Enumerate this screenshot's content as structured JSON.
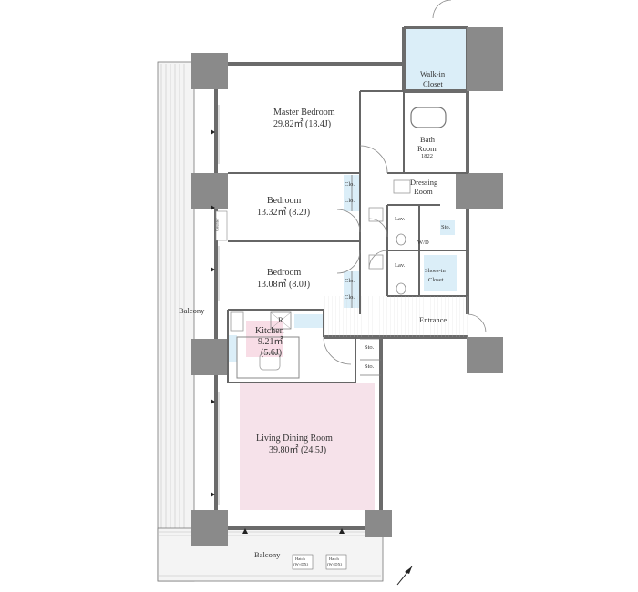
{
  "rooms": {
    "master_bedroom": {
      "name": "Master Bedroom",
      "area": "29.82㎡ (18.4J)"
    },
    "bedroom_1": {
      "name": "Bedroom",
      "area": "13.32㎡ (8.2J)"
    },
    "bedroom_2": {
      "name": "Bedroom",
      "area": "13.08㎡ (8.0J)"
    },
    "kitchen": {
      "name": "Kitchen",
      "area": "9.21㎡",
      "tatami": "(5.6J)"
    },
    "living": {
      "name": "Living Dining Room",
      "area": "39.80㎡ (24.5J)"
    },
    "walk_in_closet": {
      "line1": "Walk-in",
      "line2": "Closet"
    },
    "bath_room": {
      "line1": "Bath",
      "line2": "Room",
      "line3": "1822"
    },
    "dressing_room": {
      "line1": "Dressing",
      "line2": "Room"
    },
    "shoes_in_closet": {
      "line1": "Shoes-in",
      "line2": "Closet"
    },
    "entrance": "Entrance"
  },
  "labels": {
    "balcony_side": "Balcony",
    "balcony_bottom": "Balcony",
    "counter": "Counter",
    "clo": "Clo.",
    "lav": "Lav.",
    "sto": "Sto.",
    "wd": "W/D",
    "fridge": "R",
    "hatch_1": "Hatch",
    "hatch_1_size": "(W×DX)",
    "hatch_2": "Hatch",
    "hatch_2_size": "(W×DX)"
  },
  "colors": {
    "wall": "#6b6b6b",
    "line": "#555555",
    "closet_fill": "#dbeef8",
    "kitchen_fill": "#f8dde6",
    "living_fill": "#f6e2ea",
    "balcony_fill": "#f3f3f3"
  },
  "icons": {
    "compass": "north-arrow-icon",
    "window_markers": "triangle-marker-icon"
  }
}
